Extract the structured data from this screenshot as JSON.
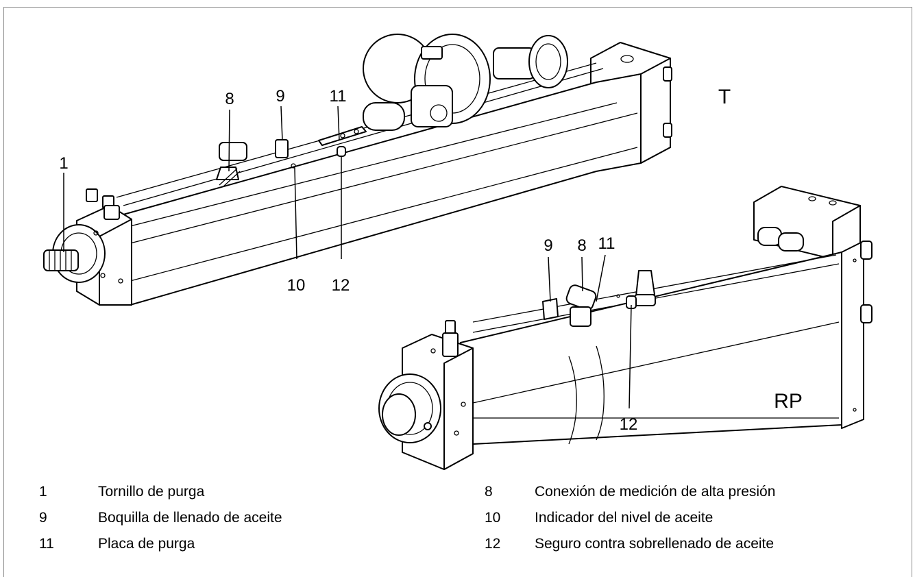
{
  "figures": [
    {
      "variant": "T",
      "callouts": [
        "1",
        "8",
        "9",
        "11",
        "10",
        "12"
      ]
    },
    {
      "variant": "RP",
      "callouts": [
        "9",
        "8",
        "11",
        "12"
      ]
    }
  ],
  "legend": [
    {
      "num": "1",
      "text": "Tornillo de purga"
    },
    {
      "num": "8",
      "text": "Conexión de medición de alta presión"
    },
    {
      "num": "9",
      "text": "Boquilla de llenado de aceite"
    },
    {
      "num": "10",
      "text": "Indicador del nivel de aceite"
    },
    {
      "num": "11",
      "text": "Placa de purga"
    },
    {
      "num": "12",
      "text": "Seguro contra sobrellenado de aceite"
    }
  ]
}
